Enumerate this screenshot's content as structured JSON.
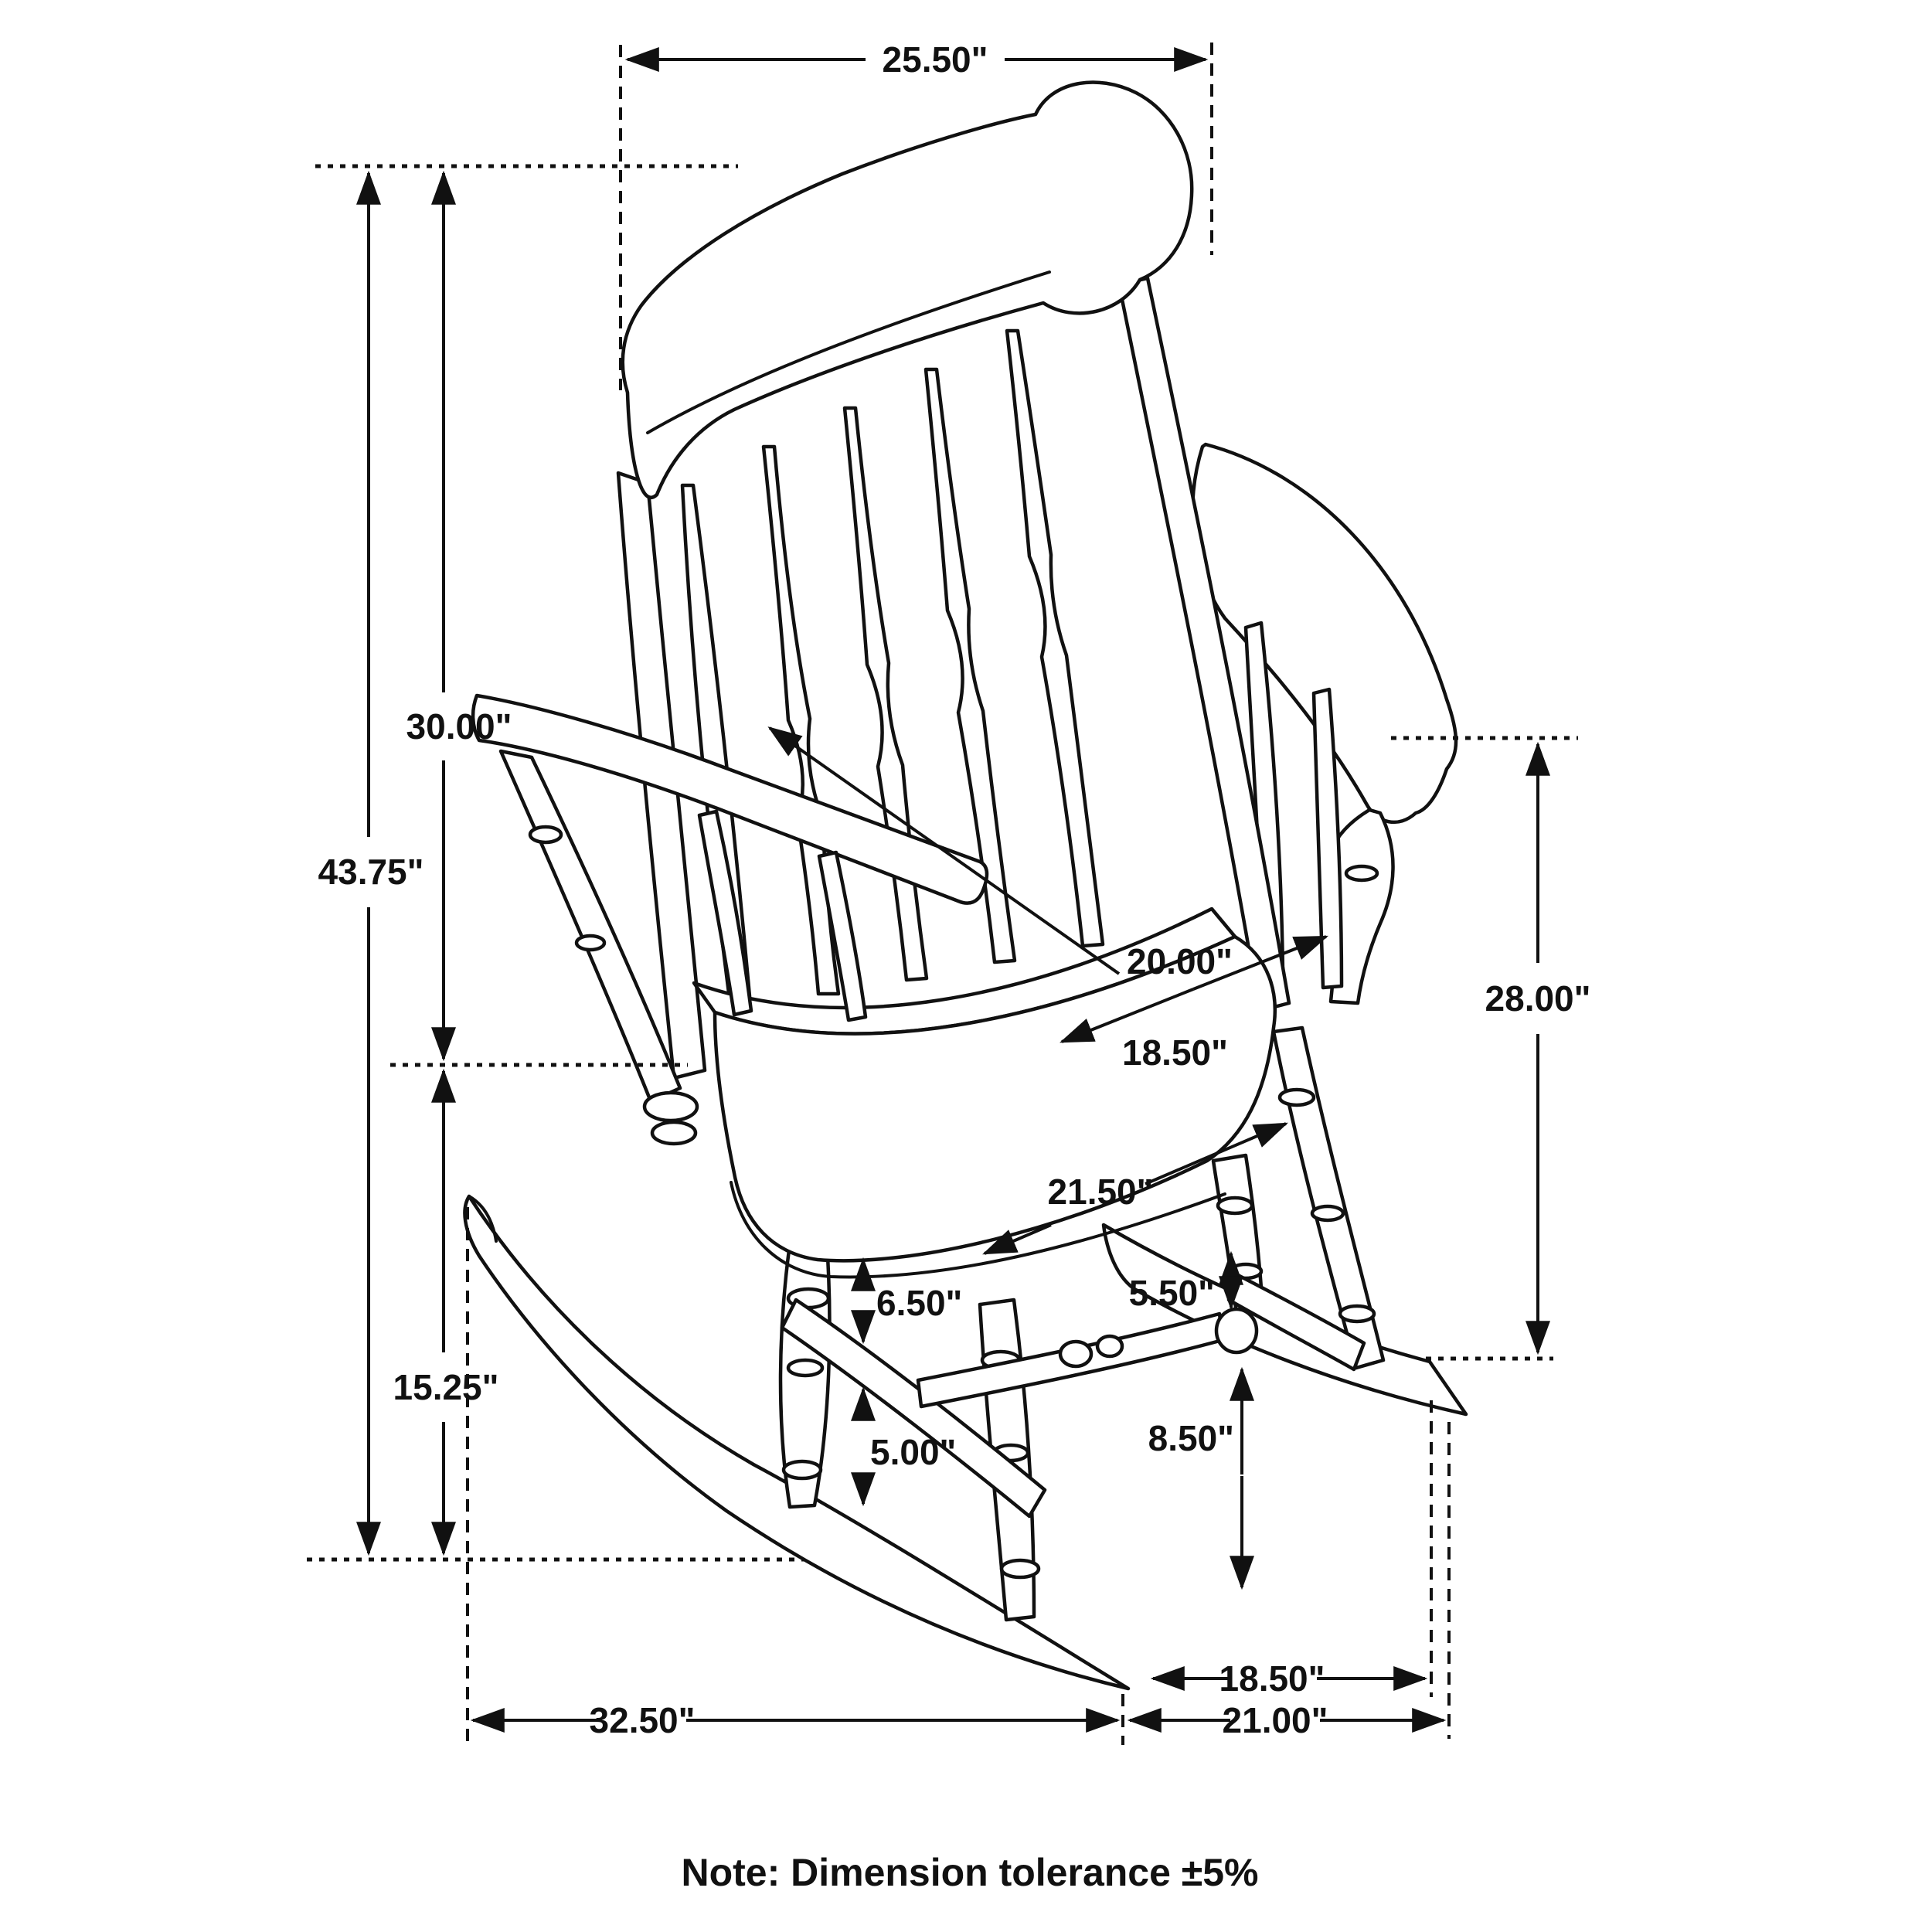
{
  "labels": {
    "overall_width": "25.50\"",
    "back_height": "30.00\"",
    "overall_height": "43.75\"",
    "back_width": "20.00\"",
    "seat_depth": "18.50\"",
    "arm_height": "28.00\"",
    "seat_width": "21.50\"",
    "seat_to_front_stretcher": "6.50\"",
    "seat_to_side_stretcher": "5.50\"",
    "seat_height": "15.25\"",
    "stretcher_to_rocker": "5.00\"",
    "stretcher_to_floor": "8.50\"",
    "rocker_leg_span": "18.50\"",
    "rocker_length_front": "32.50\"",
    "rocker_length_rear": "21.00\""
  },
  "note": "Note: Dimension tolerance ±5%"
}
